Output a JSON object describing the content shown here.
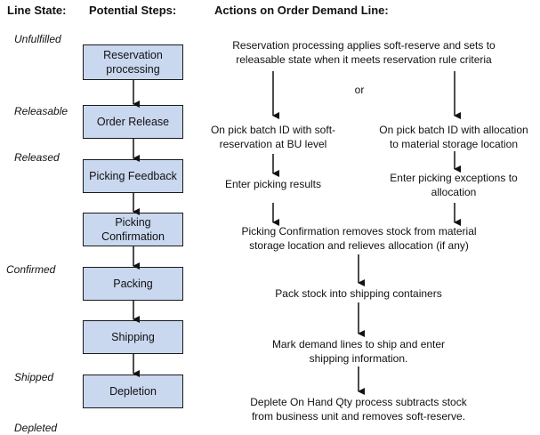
{
  "headers": {
    "line_state": "Line State:",
    "potential_steps": "Potential Steps:",
    "actions": "Actions on Order Demand Line:"
  },
  "states": [
    "Unfulfilled",
    "Releasable",
    "Released",
    "Confirmed",
    "Shipped",
    "Depleted"
  ],
  "steps": [
    {
      "line1": "Reservation",
      "line2": "processing"
    },
    {
      "line1": "Order Release",
      "line2": ""
    },
    {
      "line1": "Picking Feedback",
      "line2": ""
    },
    {
      "line1": "Picking",
      "line2": "Confirmation"
    },
    {
      "line1": "Packing",
      "line2": ""
    },
    {
      "line1": "Shipping",
      "line2": ""
    },
    {
      "line1": "Depletion",
      "line2": ""
    }
  ],
  "actions": {
    "reservation": {
      "line1": "Reservation processing applies soft-reserve and sets to",
      "line2": "releasable state when it meets reservation rule criteria"
    },
    "or": "or",
    "pick_soft": {
      "line1": "On pick batch ID with soft-",
      "line2": "reservation at BU level"
    },
    "pick_alloc": {
      "line1": "On pick batch ID with allocation",
      "line2": "to material storage location"
    },
    "enter_results": "Enter picking results",
    "enter_exceptions": {
      "line1": "Enter picking exceptions to",
      "line2": "allocation"
    },
    "confirmation": {
      "line1": "Picking Confirmation removes stock from material",
      "line2": "storage location and relieves allocation (if any)"
    },
    "pack": "Pack stock into shipping containers",
    "ship": {
      "line1": "Mark demand lines to ship and enter",
      "line2": "shipping information."
    },
    "deplete": {
      "line1": "Deplete On Hand Qty process subtracts stock",
      "line2": "from business unit and removes soft-reserve."
    }
  }
}
